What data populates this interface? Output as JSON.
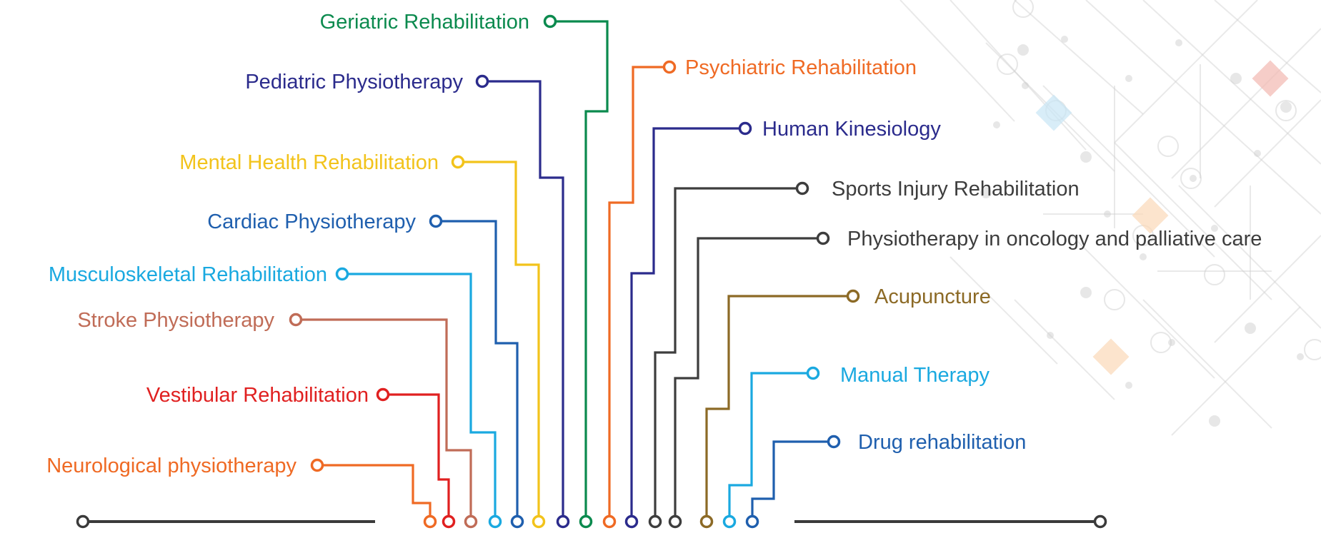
{
  "background": {
    "style": "circuit-pattern",
    "colors": [
      "#d0d0d0",
      "#c8e6f5",
      "#f2b8b0",
      "#fbd9b8"
    ]
  },
  "base_line_color": "#3a3a3a",
  "topics_left": [
    {
      "id": "geriatric",
      "label": "Geriatric Rehabilitation",
      "color": "#0b8a4e"
    },
    {
      "id": "pediatric",
      "label": "Pediatric Physiotherapy",
      "color": "#2b2b8c"
    },
    {
      "id": "mental-health",
      "label": "Mental Health Rehabilitation",
      "color": "#f2c31b"
    },
    {
      "id": "cardiac",
      "label": "Cardiac Physiotherapy",
      "color": "#1f5fae"
    },
    {
      "id": "musculoskeletal",
      "label": "Musculoskeletal Rehabilitation",
      "color": "#1aa9e0"
    },
    {
      "id": "stroke",
      "label": "Stroke Physiotherapy",
      "color": "#c06c57"
    },
    {
      "id": "vestibular",
      "label": "Vestibular Rehabilitation",
      "color": "#e02020"
    },
    {
      "id": "neurological",
      "label": "Neurological physiotherapy",
      "color": "#ef6a24"
    }
  ],
  "topics_right": [
    {
      "id": "psychiatric",
      "label": "Psychiatric Rehabilitation",
      "color": "#ef6a24"
    },
    {
      "id": "kinesiology",
      "label": "Human Kinesiology",
      "color": "#2b2b8c"
    },
    {
      "id": "sports-injury",
      "label": "Sports Injury Rehabilitation",
      "color": "#3d3d3d"
    },
    {
      "id": "oncology",
      "label": "Physiotherapy in oncology and palliative care",
      "color": "#3d3d3d"
    },
    {
      "id": "acupuncture",
      "label": "Acupuncture",
      "color": "#8c6a26"
    },
    {
      "id": "manual-therapy",
      "label": "Manual Therapy",
      "color": "#1aa9e0"
    },
    {
      "id": "drug-rehab",
      "label": "Drug rehabilitation",
      "color": "#1f5fae"
    }
  ]
}
